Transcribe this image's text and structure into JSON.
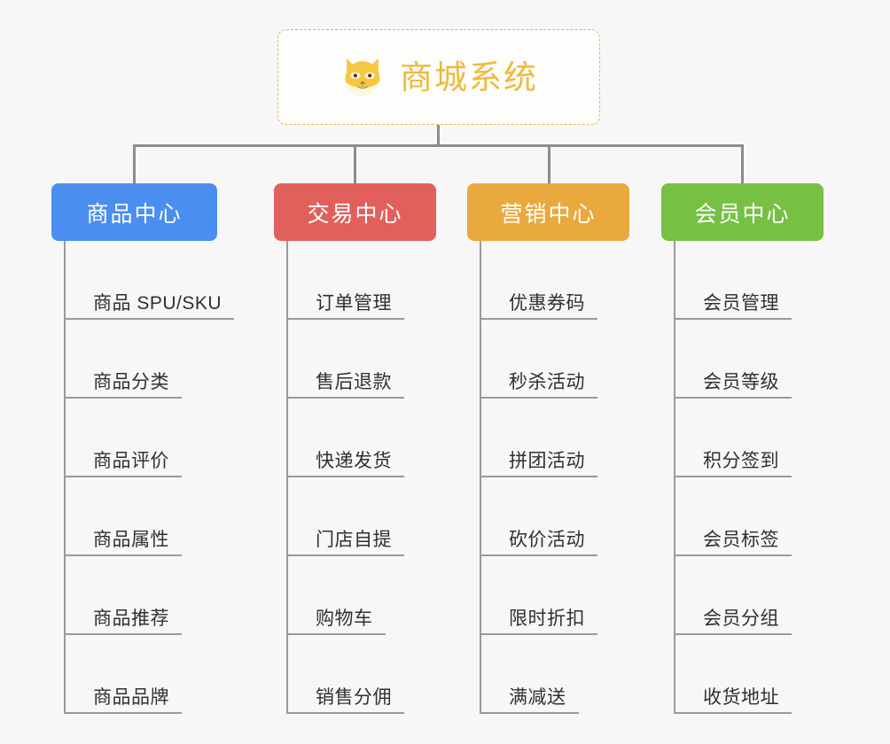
{
  "diagram": {
    "title": "商城系统",
    "logo_icon": "shiba-dog-icon",
    "accent_color": "#f0b93c",
    "background_color": "#f7f7f7",
    "connector_color": "#8c8c8c",
    "branches": [
      {
        "label": "商品中心",
        "color": "#4a8ef0",
        "items": [
          "商品 SPU/SKU",
          "商品分类",
          "商品评价",
          "商品属性",
          "商品推荐",
          "商品品牌"
        ]
      },
      {
        "label": "交易中心",
        "color": "#e2605c",
        "items": [
          "订单管理",
          "售后退款",
          "快递发货",
          "门店自提",
          "购物车",
          "销售分佣"
        ]
      },
      {
        "label": "营销中心",
        "color": "#eaa93e",
        "items": [
          "优惠券码",
          "秒杀活动",
          "拼团活动",
          "砍价活动",
          "限时折扣",
          "满减送"
        ]
      },
      {
        "label": "会员中心",
        "color": "#76c043",
        "items": [
          "会员管理",
          "会员等级",
          "积分签到",
          "会员标签",
          "会员分组",
          "收货地址"
        ]
      }
    ]
  }
}
